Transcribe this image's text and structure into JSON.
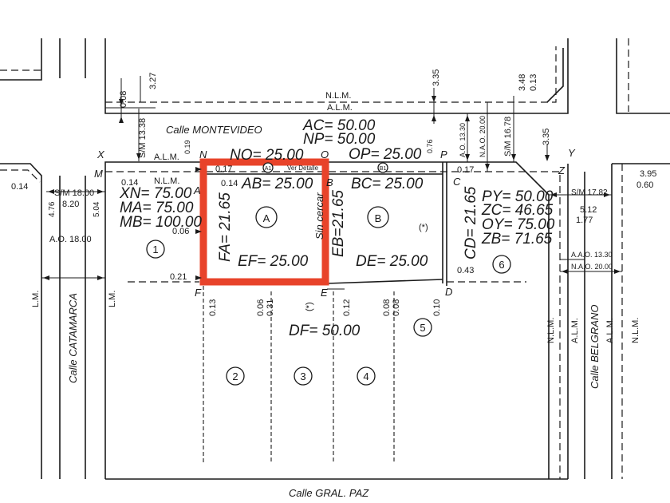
{
  "title": "Plano de mensura - Manzana",
  "colors": {
    "highlight": "#e8432a",
    "ink": "#1a1a1a"
  },
  "streets": {
    "north": "Calle MONTEVIDEO",
    "south": "Calle GRAL. PAZ",
    "west": "Calle CATAMARCA",
    "east": "Calle BELGRANO"
  },
  "lines": {
    "nlm": "N.L.M.",
    "alm": "A.L.M.",
    "lm": "L.M."
  },
  "vertices": {
    "X": "X",
    "Y": "Y",
    "Z": "Z",
    "M": "M",
    "N": "N",
    "O": "O",
    "P": "P",
    "A": "A",
    "B": "B",
    "C": "C",
    "D": "D",
    "E": "E",
    "F": "F"
  },
  "north_block": {
    "ac": "AC= 50.00",
    "np": "NP= 50.00",
    "no": "NO= 25.00",
    "op": "OP= 25.00"
  },
  "lot_a": {
    "label": "A",
    "ab": "AB= 25.00",
    "fa": "FA= 21.65",
    "ef": "EF= 25.00"
  },
  "lot_b": {
    "label": "B",
    "bc": "BC= 25.00",
    "eb": "EB=21.65",
    "de": "DE= 25.00",
    "sin_cercar": "Sin cercar"
  },
  "df": "DF= 50.00",
  "cd": "CD= 21.65",
  "west_block": {
    "xn": "XN= 75.00",
    "ma": "MA= 75.00",
    "mb": "MB= 100.00"
  },
  "east_block": {
    "py": "PY= 50.00",
    "zc": "ZC= 46.65",
    "oy": "OY= 75.00",
    "zb": "ZB= 71.65"
  },
  "parcels": [
    "1",
    "2",
    "3",
    "4",
    "5",
    "6"
  ],
  "detail": {
    "a1": "A1",
    "b1": "B1",
    "ver_detalle": "Ver Detalle",
    "asterisk": "(*)"
  },
  "dims": {
    "d008": "0.08",
    "d327": "3.27",
    "d335": "3.35",
    "sm1338": "S/M 13.38",
    "d019": "0.19",
    "d017": "0.17",
    "d014": "0.14",
    "d006": "0.06",
    "d021": "0.21",
    "d076": "0.76",
    "ao1330": "A.O. 13.30",
    "nao2000": "N.A.O. 20.00",
    "sm1678": "S/M 16.78",
    "d348": "3.48",
    "d013": "0.13",
    "d395": "3.95",
    "d060": "0.60",
    "sm1782": "S/M 17.82",
    "d512": "5.12",
    "d177": "1.77",
    "aao1330": "A.A.O. 13.30",
    "d043": "0.43",
    "sm1800": "S/M 18.00",
    "d820": "8.20",
    "d476": "4.76",
    "d504": "5.04",
    "ao1800": "A.O. 18.00",
    "d031": "0.31",
    "d012": "0.12",
    "d010": "0.10"
  }
}
